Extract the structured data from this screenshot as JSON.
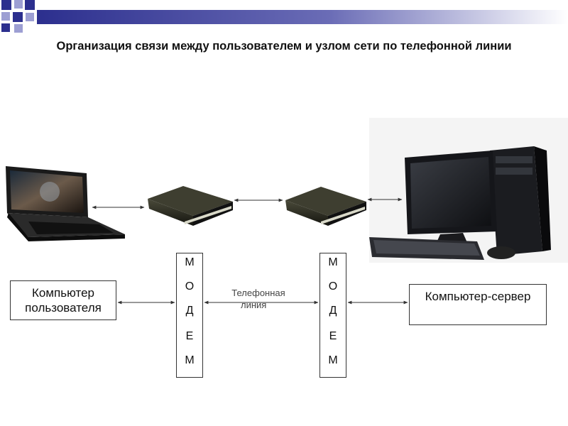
{
  "title": "Организация связи между пользователем и узлом сети по телефонной линии",
  "boxes": {
    "user": [
      "Компьютер",
      "пользователя"
    ],
    "server": "Компьютер-сервер"
  },
  "modem_letters": [
    "М",
    "О",
    "Д",
    "Е",
    "М"
  ],
  "phone_line_label": [
    "Телефонная",
    "линия"
  ],
  "colors": {
    "header_gradient_start": "#2c2f8e",
    "header_gradient_end": "#ffffff",
    "square_dark": "#2c2f8e",
    "square_light": "#9d9fd3"
  }
}
